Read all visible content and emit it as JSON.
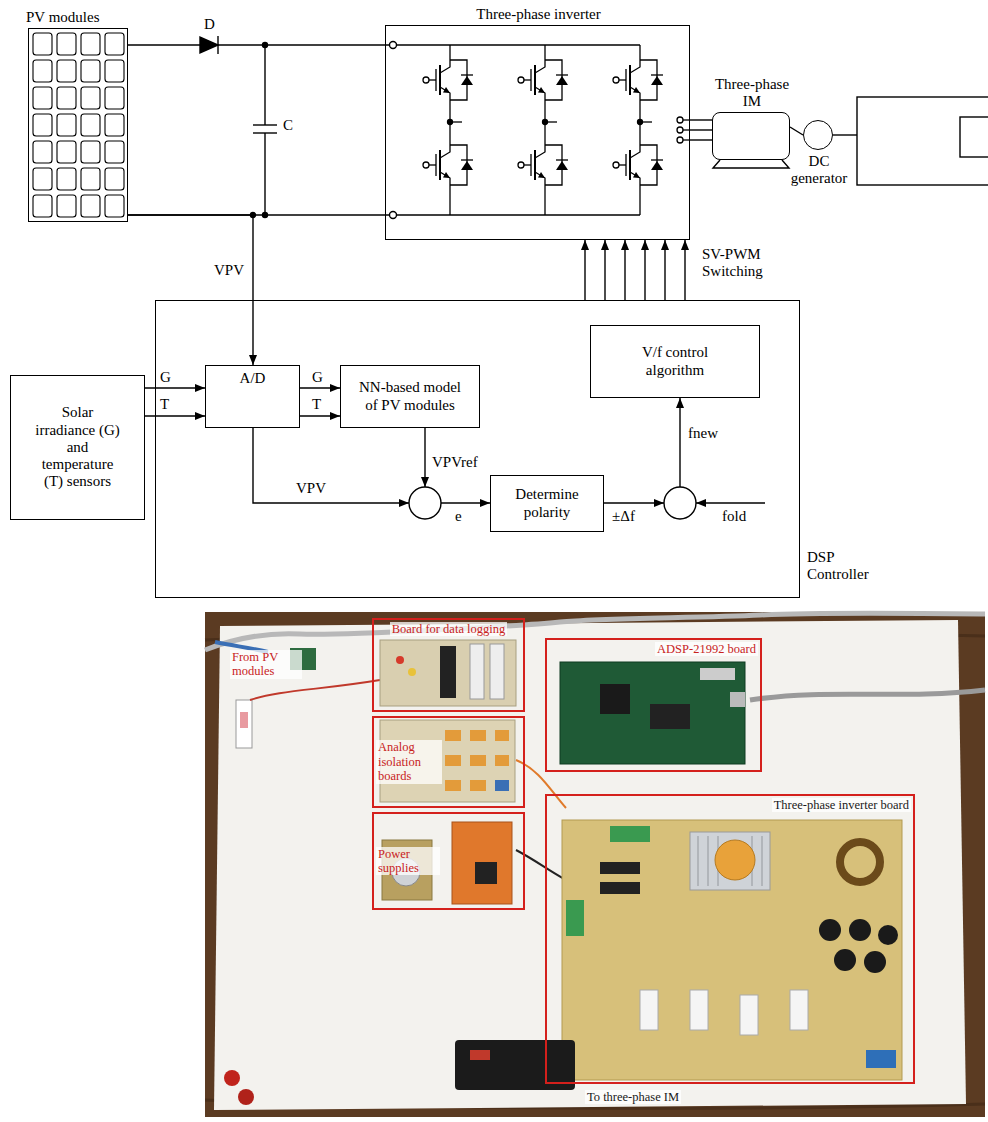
{
  "diagram": {
    "nodes": [
      {
        "text": [
          "PV modules"
        ]
      },
      {
        "text": [
          "Three-phase inverter"
        ]
      },
      {
        "text": [
          "Three-phase IM"
        ]
      },
      {
        "text": [
          "DC generator"
        ]
      },
      {
        "text": [
          "Solar irradiance (G) and temperature (T) sensors"
        ]
      },
      {
        "text": [
          "DSP Controller"
        ]
      },
      {
        "text": [
          "A/D"
        ],
        "in": 5
      },
      {
        "text": [
          "NN-based model of PV modules"
        ],
        "in": 5
      },
      {
        "text": [
          "V/f control algorithm"
        ],
        "in": 5
      },
      {
        "text": [
          "Determine polarity"
        ],
        "in": 5
      },
      {
        "text": [
          "Board for data logging"
        ]
      },
      {
        "text": [
          "ADSP-21992 board"
        ]
      },
      {
        "text": [
          "Analog isolation boards"
        ]
      },
      {
        "text": [
          "Power supplies"
        ]
      },
      {
        "text": [
          "Three-phase inverter board"
        ]
      }
    ],
    "edges": [
      {
        "from": 0,
        "to": 6,
        "arrow": "to",
        "label": "VPV"
      },
      {
        "from": 4,
        "to": 6,
        "arrow": "to",
        "label": "G"
      },
      {
        "from": 4,
        "to": 6,
        "arrow": "to",
        "label": "T"
      },
      {
        "from": 6,
        "to": 7,
        "arrow": "to",
        "label": "G"
      },
      {
        "from": 6,
        "to": 7,
        "arrow": "to",
        "label": "T"
      },
      {
        "from": 1,
        "to": 2,
        "arrow": "none"
      },
      {
        "from": 1,
        "to": 2,
        "arrow": "none"
      },
      {
        "from": 1,
        "to": 2,
        "arrow": "none"
      },
      {
        "from": 2,
        "to": 3,
        "arrow": "none"
      },
      {
        "from": 5,
        "to": 1,
        "arrow": "to"
      },
      {
        "from": 5,
        "to": 1,
        "arrow": "to"
      },
      {
        "from": 5,
        "to": 1,
        "arrow": "to"
      },
      {
        "from": 5,
        "to": 1,
        "arrow": "to"
      },
      {
        "from": 5,
        "to": 1,
        "arrow": "to"
      },
      {
        "from": 5,
        "to": 1,
        "arrow": "to"
      }
    ],
    "labels": [
      "D",
      "C",
      "SV-PWM Switching",
      "VPV",
      "VPVref",
      "e",
      "±Δf",
      "fnew",
      "fold",
      "From PV modules",
      "To three-phase IM"
    ]
  }
}
